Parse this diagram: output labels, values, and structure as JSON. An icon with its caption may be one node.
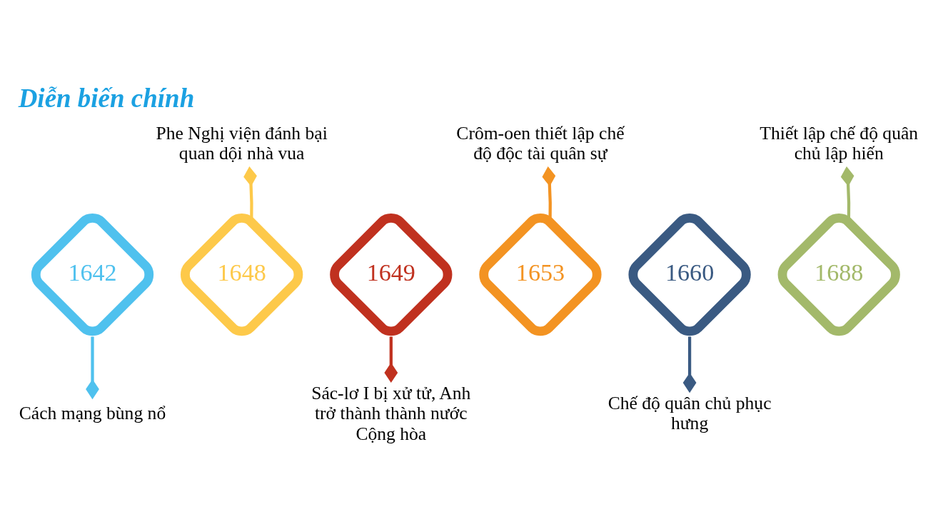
{
  "diagram": {
    "title": "Diễn biến chính",
    "nodes": [
      {
        "text": [
          "1642"
        ]
      },
      {
        "text": [
          "Cách mạng bùng nổ"
        ]
      },
      {
        "text": [
          "1648"
        ]
      },
      {
        "text": [
          "Phe Nghị viện đánh bại quan dội nhà vua"
        ]
      },
      {
        "text": [
          "1649"
        ]
      },
      {
        "text": [
          "Sác-lơ I bị xử tử, Anh trở thành thành nước Cộng hòa"
        ]
      },
      {
        "text": [
          "1653"
        ]
      },
      {
        "text": [
          "Crôm-oen thiết lập chế độ độc tài quân sự"
        ]
      },
      {
        "text": [
          "1660"
        ]
      },
      {
        "text": [
          "Chế độ quân chủ phục hưng"
        ]
      },
      {
        "text": [
          "1688"
        ]
      },
      {
        "text": [
          "Thiết lập chế độ quân chủ lập hiến"
        ]
      }
    ],
    "edges": [
      {
        "from": 0,
        "to": 1,
        "arrow": "other",
        "color": "#4fc1ee"
      },
      {
        "from": 2,
        "to": 3,
        "arrow": "other",
        "color": "#fdc94a"
      },
      {
        "from": 4,
        "to": 5,
        "arrow": "other",
        "color": "#c0311f"
      },
      {
        "from": 6,
        "to": 7,
        "arrow": "other",
        "color": "#f39322"
      },
      {
        "from": 8,
        "to": 9,
        "arrow": "other",
        "color": "#3a5a82"
      },
      {
        "from": 10,
        "to": 11,
        "arrow": "other",
        "color": "#a3b96a"
      }
    ]
  }
}
